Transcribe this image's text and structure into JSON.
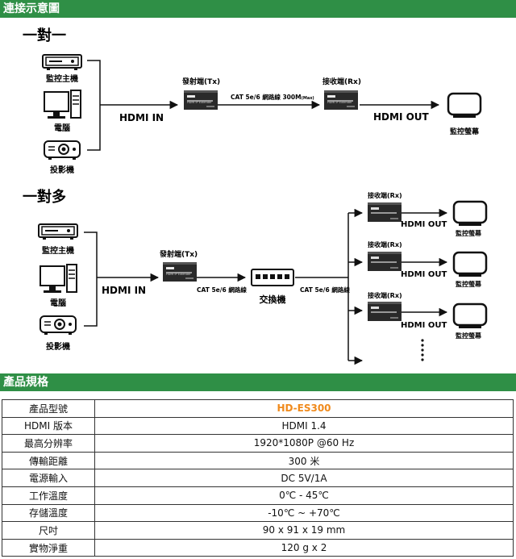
{
  "sections": {
    "connection": "連接示意圖",
    "spec": "產品規格"
  },
  "one_to_one": {
    "title": "一對一",
    "sources": [
      "監控主機",
      "電腦",
      "投影機"
    ],
    "hdmi_in": "HDMI IN",
    "tx_label": "發射端(Tx)",
    "cable": "CAT 5e/6 網路線 300M",
    "cable_suffix": "(Max)",
    "rx_label": "接收端(Rx)",
    "hdmi_out": "HDMI OUT",
    "display": "監控螢幕",
    "device_badge": "HDMI",
    "device_text": "HDMI IP Extender"
  },
  "one_to_many": {
    "title": "一對多",
    "sources": [
      "監控主機",
      "電腦",
      "投影機"
    ],
    "hdmi_in": "HDMI IN",
    "tx_label": "發射端(Tx)",
    "cable_tx": "CAT 5e/6 網路線",
    "switch": "交換機",
    "cable_sw": "CAT 5e/6 網路線",
    "receivers": [
      {
        "rx": "接收端(Rx)",
        "out": "HDMI OUT",
        "display": "監控螢幕"
      },
      {
        "rx": "接收端(Rx)",
        "out": "HDMI OUT",
        "display": "監控螢幕"
      },
      {
        "rx": "接收端(Rx)",
        "out": "HDMI OUT",
        "display": "監控螢幕"
      }
    ]
  },
  "specs": [
    {
      "k": "產品型號",
      "v": "HD-ES300"
    },
    {
      "k": "HDMI  版本",
      "v": "HDMI 1.4"
    },
    {
      "k": "最高分辨率",
      "v": "1920*1080P @60 Hz"
    },
    {
      "k": "傳輸距離",
      "v": "300 米"
    },
    {
      "k": "電源輸入",
      "v": "DC 5V/1A"
    },
    {
      "k": "工作溫度",
      "v": "0℃  - 45℃"
    },
    {
      "k": "存儲溫度",
      "v": "-10℃  ~ +70℃"
    },
    {
      "k": "尺吋",
      "v": "90 x 91 x 19 mm"
    },
    {
      "k": "實物淨重",
      "v": "120 g x 2"
    }
  ],
  "colors": {
    "green": "#2f8f46",
    "model": "#f08a1c"
  }
}
